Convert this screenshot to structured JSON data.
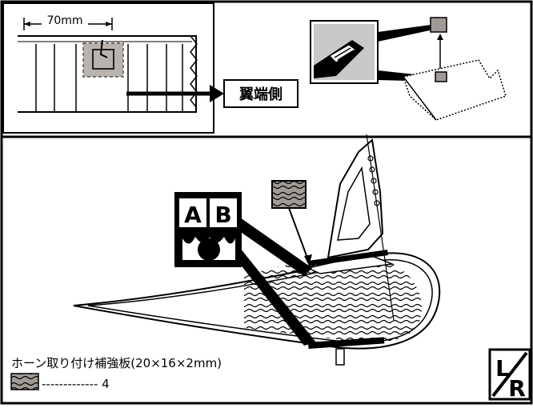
{
  "dimension": {
    "label": "70mm"
  },
  "callout": {
    "wing_tip_side": "翼端側"
  },
  "badges": {
    "a": "A",
    "b": "B"
  },
  "legend": {
    "title": "ホーン取り付け補強板(20×16×2mm)",
    "part_ref": "------------- 4"
  },
  "lr_mark": {
    "l": "L",
    "r": "R"
  },
  "colors": {
    "ink": "#000000",
    "reinforcement_plate": "#a09a95",
    "panel_grey": "#c8c8c8"
  }
}
